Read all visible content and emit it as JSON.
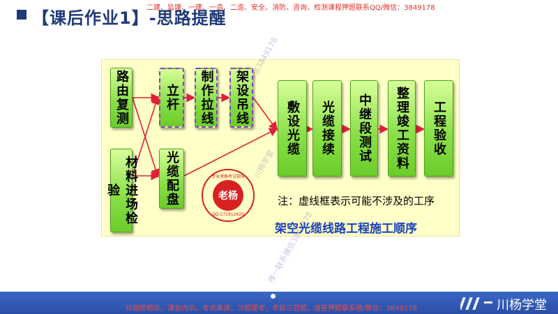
{
  "header": {
    "title": "【课后作业1】-思路提醒",
    "top_watermark": "二建、监理、一建、一造、二造、安全、消防、咨询、检测课程押题联系QQ/微信：3849178"
  },
  "diagram": {
    "nodes": {
      "road_survey": "路由复测",
      "materials": "材料进场检验",
      "pole": "立杆",
      "cable_dist": "光缆配盘",
      "guy_wire": "制作拉线",
      "suspension": "架设吊线",
      "lay_cable": "敷设光缆",
      "splice": "光缆接续",
      "relay_test": "中继段测试",
      "docs": "整理竣工资料",
      "acceptance": "工程验收"
    },
    "note": "注：虚线框表示可能不涉及的工序",
    "subtitle": "架空光缆线路工程施工顺序",
    "stamp": {
      "center": "老杨",
      "top": "专业资格考试指导",
      "bottom": "QQ:271912620"
    },
    "colors": {
      "box_green": "#8ce04a",
      "dashed_border": "#8a3fc8",
      "arrow": "#e0203a",
      "panel": "#ffffc8",
      "subtitle": "#1a3fb8"
    }
  },
  "watermarks": {
    "diag1": "川杨学堂",
    "diag2": "押题联系微信3849178",
    "diag3": "唯一联系微信3849178"
  },
  "footer": {
    "text": "祥面授精华，课会内训，考点串讲，习题提考，考前三百题，速答押题联系微/微信：3849178",
    "brand": "川杨学堂"
  }
}
